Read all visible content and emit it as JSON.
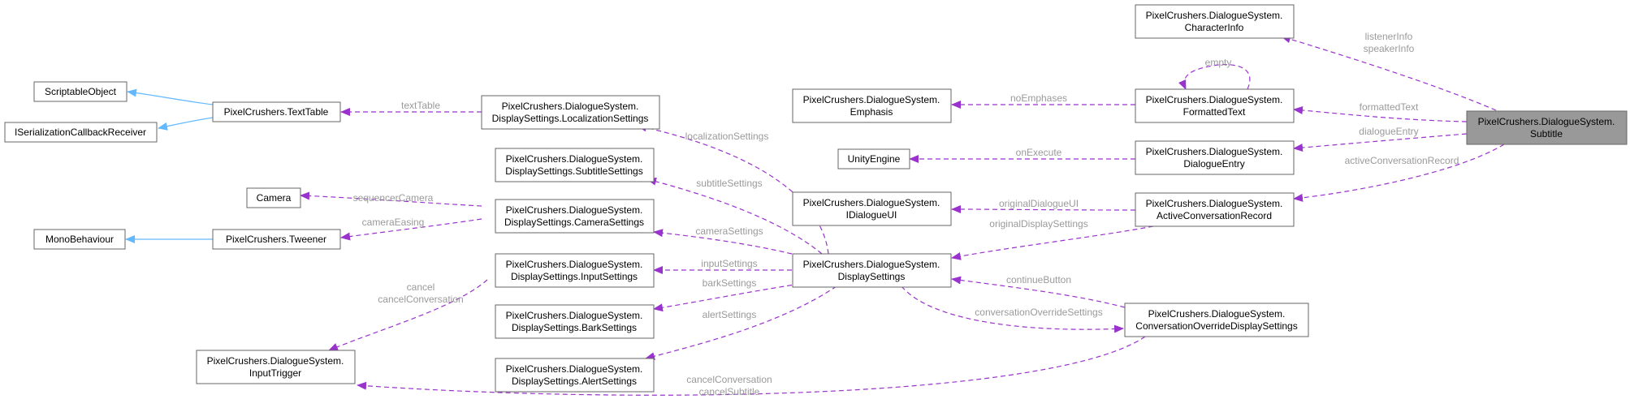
{
  "nodes": {
    "subtitle": [
      "PixelCrushers.DialogueSystem.",
      "Subtitle"
    ],
    "characterInfo": [
      "PixelCrushers.DialogueSystem.",
      "CharacterInfo"
    ],
    "formattedText": [
      "PixelCrushers.DialogueSystem.",
      "FormattedText"
    ],
    "emphasis": [
      "PixelCrushers.DialogueSystem.",
      "Emphasis"
    ],
    "dialogueEntry": [
      "PixelCrushers.DialogueSystem.",
      "DialogueEntry"
    ],
    "unityEngine": [
      "UnityEngine"
    ],
    "activeConversationRecord": [
      "PixelCrushers.DialogueSystem.",
      "ActiveConversationRecord"
    ],
    "iDialogueUI": [
      "PixelCrushers.DialogueSystem.",
      "IDialogueUI"
    ],
    "displaySettings": [
      "PixelCrushers.DialogueSystem.",
      "DisplaySettings"
    ],
    "conversationOverride": [
      "PixelCrushers.DialogueSystem.",
      "ConversationOverrideDisplaySettings"
    ],
    "localizationSettings": [
      "PixelCrushers.DialogueSystem.",
      "DisplaySettings.LocalizationSettings"
    ],
    "subtitleSettings": [
      "PixelCrushers.DialogueSystem.",
      "DisplaySettings.SubtitleSettings"
    ],
    "cameraSettings": [
      "PixelCrushers.DialogueSystem.",
      "DisplaySettings.CameraSettings"
    ],
    "inputSettings": [
      "PixelCrushers.DialogueSystem.",
      "DisplaySettings.InputSettings"
    ],
    "barkSettings": [
      "PixelCrushers.DialogueSystem.",
      "DisplaySettings.BarkSettings"
    ],
    "alertSettings": [
      "PixelCrushers.DialogueSystem.",
      "DisplaySettings.AlertSettings"
    ],
    "textTable": [
      "PixelCrushers.TextTable"
    ],
    "scriptableObject": [
      "ScriptableObject"
    ],
    "iSerialization": [
      "ISerializationCallbackReceiver"
    ],
    "camera": [
      "Camera"
    ],
    "tweener": [
      "PixelCrushers.Tweener"
    ],
    "monoBehaviour": [
      "MonoBehaviour"
    ],
    "inputTrigger": [
      "PixelCrushers.DialogueSystem.",
      "InputTrigger"
    ]
  },
  "edges": {
    "listenerSpeaker": [
      "listenerInfo",
      "speakerInfo"
    ],
    "formattedText": [
      "formattedText"
    ],
    "dialogueEntry": [
      "dialogueEntry"
    ],
    "activeConversationRecord": [
      "activeConversationRecord"
    ],
    "empty": [
      "empty"
    ],
    "noEmphases": [
      "noEmphases"
    ],
    "onExecute": [
      "onExecute"
    ],
    "originalDialogueUI": [
      "originalDialogueUI"
    ],
    "originalDisplaySettings": [
      "originalDisplaySettings"
    ],
    "continueButton": [
      "continueButton"
    ],
    "conversationOverrideSettings": [
      "conversationOverrideSettings"
    ],
    "localizationSettings": [
      "localizationSettings"
    ],
    "subtitleSettings": [
      "subtitleSettings"
    ],
    "cameraSettings": [
      "cameraSettings"
    ],
    "inputSettings": [
      "inputSettings"
    ],
    "barkSettings": [
      "barkSettings"
    ],
    "alertSettings": [
      "alertSettings"
    ],
    "textTable": [
      "textTable"
    ],
    "sequencerCamera": [
      "sequencerCamera"
    ],
    "cameraEasing": [
      "cameraEasing"
    ],
    "cancel": [
      "cancel",
      "cancelConversation"
    ],
    "cancelSubtitle": [
      "cancelConversation",
      "cancelSubtitle"
    ]
  },
  "colors": {
    "dependency": "#9a32cd",
    "inheritance": "#63b8ff",
    "label": "#9a9a9a",
    "highlight": "#999999"
  }
}
